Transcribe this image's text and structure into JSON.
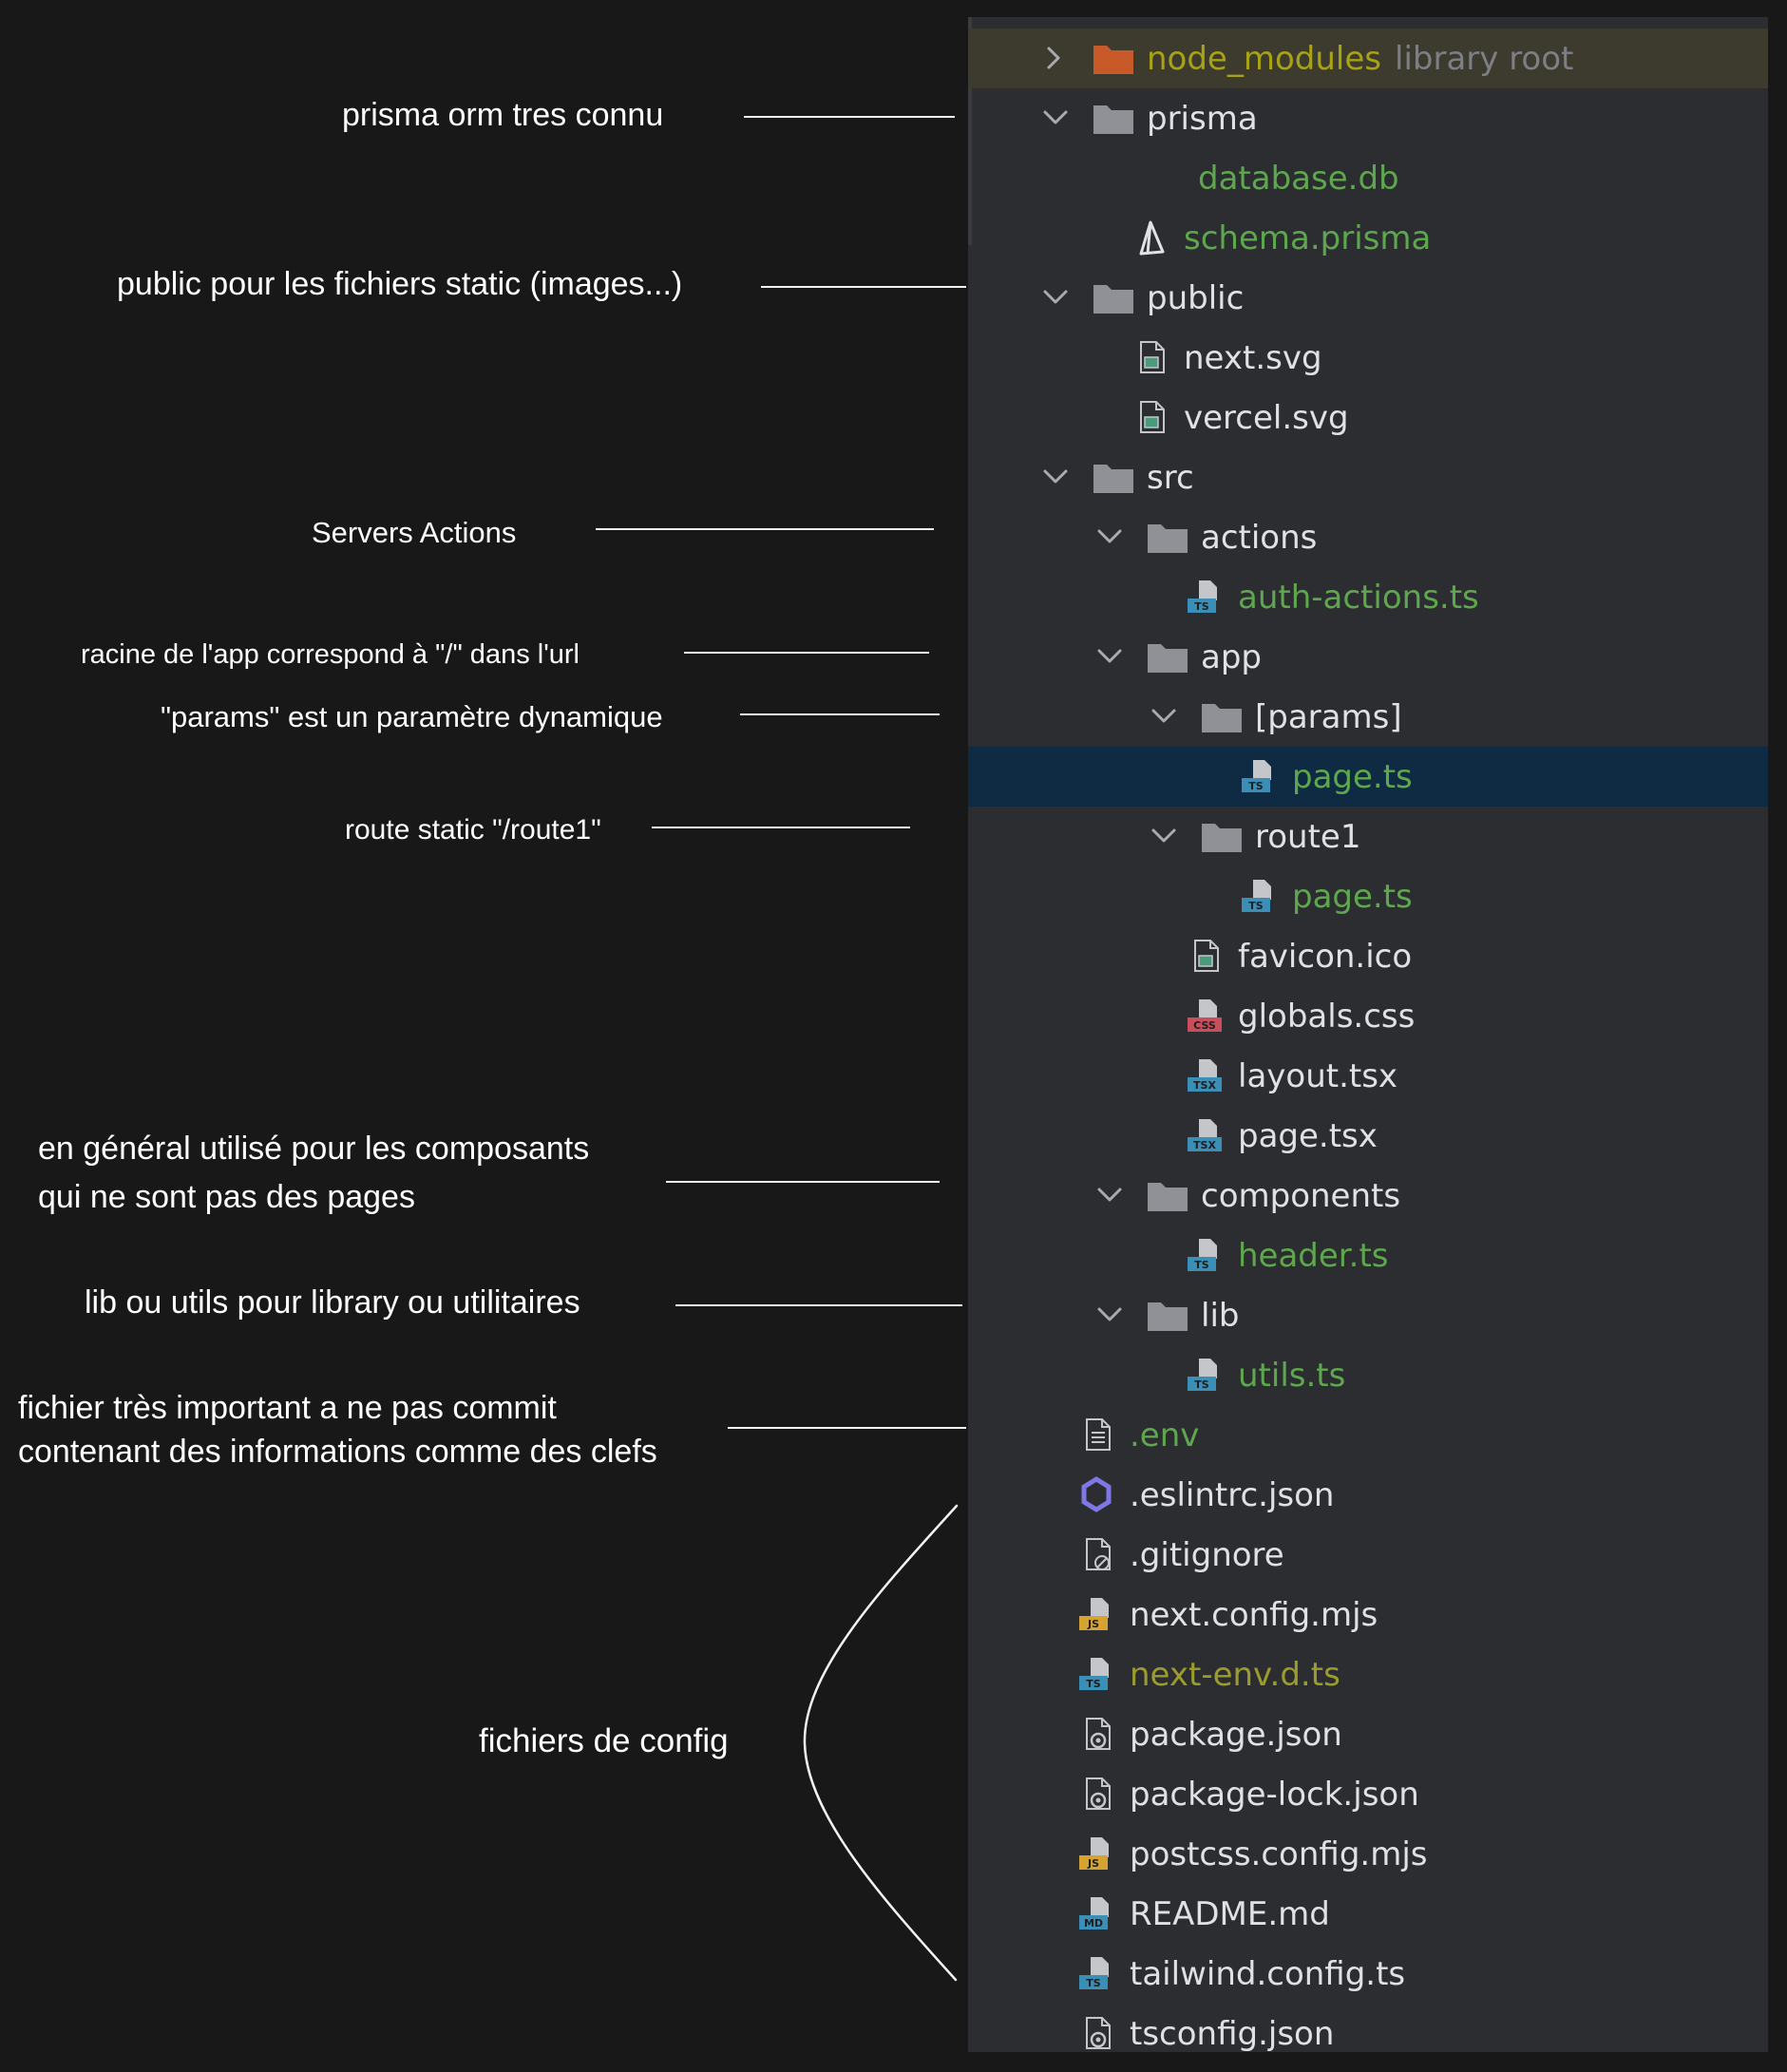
{
  "annotations": {
    "prisma": "prisma orm tres connu",
    "public": "public pour les fichiers static (images...)",
    "actions": "Servers Actions",
    "app_root": "racine de l'app correspond à \"/\" dans l'url",
    "params": "\"params\" est un paramètre dynamique",
    "route1": "route static \"/route1\"",
    "components_line1": "en général utilisé pour les composants",
    "components_line2": "qui ne sont pas des pages",
    "lib": "lib ou utils pour library ou utilitaires",
    "env_line1": "fichier très important a ne pas commit",
    "env_line2": "contenant des informations comme des clefs",
    "config": "fichiers de config"
  },
  "tree": {
    "rows": [
      {
        "name": "node_modules",
        "suffix": "library root",
        "icon": "folder-orange-icon",
        "chevron": "chevron-right-icon"
      },
      {
        "name": "prisma",
        "icon": "folder-icon",
        "chevron": "chevron-down-icon"
      },
      {
        "name": "database.db",
        "icon": "",
        "chevron": ""
      },
      {
        "name": "schema.prisma",
        "icon": "prisma-icon",
        "chevron": ""
      },
      {
        "name": "public",
        "icon": "folder-icon",
        "chevron": "chevron-down-icon"
      },
      {
        "name": "next.svg",
        "icon": "image-file-icon",
        "chevron": ""
      },
      {
        "name": "vercel.svg",
        "icon": "image-file-icon",
        "chevron": ""
      },
      {
        "name": "src",
        "icon": "folder-icon",
        "chevron": "chevron-down-icon"
      },
      {
        "name": "actions",
        "icon": "folder-icon",
        "chevron": "chevron-down-icon"
      },
      {
        "name": "auth-actions.ts",
        "icon": "typescript-file-icon",
        "chevron": ""
      },
      {
        "name": "app",
        "icon": "folder-icon",
        "chevron": "chevron-down-icon"
      },
      {
        "name": "[params]",
        "icon": "folder-icon",
        "chevron": "chevron-down-icon"
      },
      {
        "name": "page.ts",
        "icon": "typescript-file-icon",
        "chevron": ""
      },
      {
        "name": "route1",
        "icon": "folder-icon",
        "chevron": "chevron-down-icon"
      },
      {
        "name": "page.ts",
        "icon": "typescript-file-icon",
        "chevron": ""
      },
      {
        "name": "favicon.ico",
        "icon": "image-file-icon",
        "chevron": ""
      },
      {
        "name": "globals.css",
        "icon": "css-file-icon",
        "chevron": ""
      },
      {
        "name": "layout.tsx",
        "icon": "tsx-file-icon",
        "chevron": ""
      },
      {
        "name": "page.tsx",
        "icon": "tsx-file-icon",
        "chevron": ""
      },
      {
        "name": "components",
        "icon": "folder-icon",
        "chevron": "chevron-down-icon"
      },
      {
        "name": "header.ts",
        "icon": "typescript-file-icon",
        "chevron": ""
      },
      {
        "name": "lib",
        "icon": "folder-icon",
        "chevron": "chevron-down-icon"
      },
      {
        "name": "utils.ts",
        "icon": "typescript-file-icon",
        "chevron": ""
      },
      {
        "name": ".env",
        "icon": "text-file-icon",
        "chevron": ""
      },
      {
        "name": ".eslintrc.json",
        "icon": "eslint-icon",
        "chevron": ""
      },
      {
        "name": ".gitignore",
        "icon": "ignore-file-icon",
        "chevron": ""
      },
      {
        "name": "next.config.mjs",
        "icon": "javascript-file-icon",
        "chevron": ""
      },
      {
        "name": "next-env.d.ts",
        "icon": "typescript-file-icon",
        "chevron": ""
      },
      {
        "name": "package.json",
        "icon": "json-file-icon",
        "chevron": ""
      },
      {
        "name": "package-lock.json",
        "icon": "json-file-icon",
        "chevron": ""
      },
      {
        "name": "postcss.config.mjs",
        "icon": "javascript-file-icon",
        "chevron": ""
      },
      {
        "name": "README.md",
        "icon": "markdown-file-icon",
        "chevron": ""
      },
      {
        "name": "tailwind.config.ts",
        "icon": "typescript-file-icon",
        "chevron": ""
      },
      {
        "name": "tsconfig.json",
        "icon": "json-file-icon",
        "chevron": ""
      }
    ]
  },
  "colors": {
    "page_background": "#181818",
    "tree_background": "#2b2d30",
    "selected_row": "#0f2b43",
    "library_row": "#3d3a2e",
    "text_default": "#dfe1e5",
    "text_new_file": "#5fa74e",
    "text_ignored": "#9c9c2e",
    "folder": "#8f9196",
    "folder_library": "#c75a28",
    "annotation_text": "#ffffff"
  }
}
